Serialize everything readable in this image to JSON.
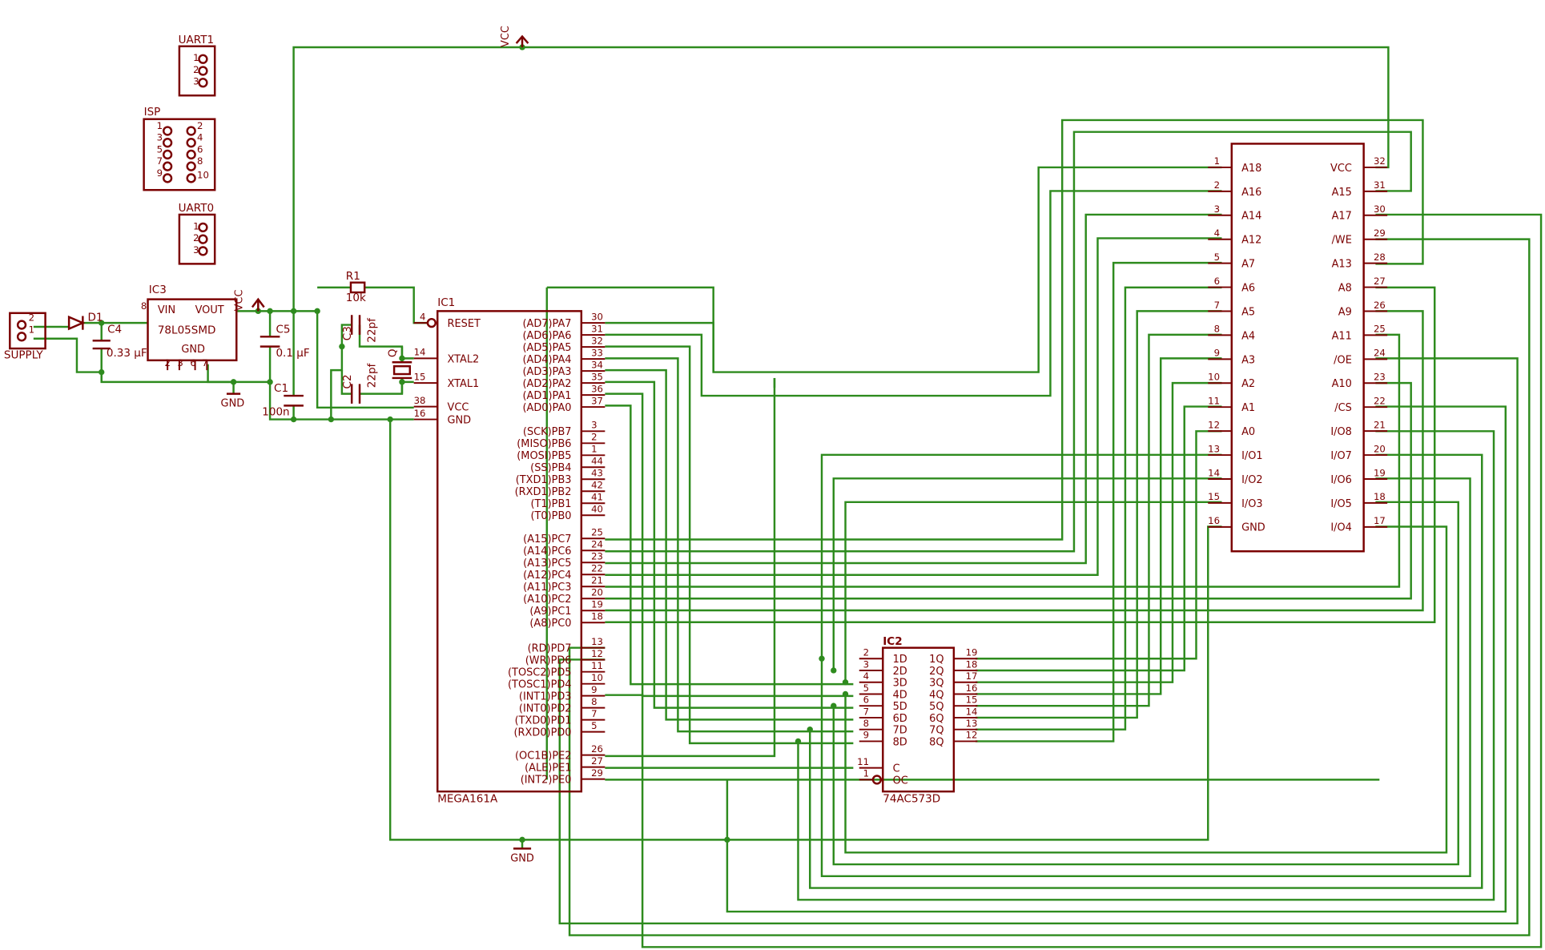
{
  "colors": {
    "component": "#7a0000",
    "wire": "#2e8b1e",
    "background": "#ffffff"
  },
  "parts": {
    "uart1": {
      "name": "UART1",
      "pins": [
        "1",
        "2",
        "3"
      ]
    },
    "isp": {
      "name": "ISP",
      "pins_left": [
        "1",
        "3",
        "5",
        "7",
        "9"
      ],
      "pins_right": [
        "2",
        "4",
        "6",
        "8",
        "10"
      ]
    },
    "uart0": {
      "name": "UART0",
      "pins": [
        "1",
        "2",
        "3"
      ]
    },
    "supply": {
      "name": "SUPPLY",
      "pins": [
        "2",
        "1"
      ]
    },
    "d1": {
      "name": "D1"
    },
    "c4": {
      "name": "C4",
      "value": "0.33 μF"
    },
    "ic3": {
      "name": "IC3",
      "value": "78L05SMD",
      "vin": "VIN",
      "vout": "VOUT",
      "gnd": "GND",
      "pin_vin": "8",
      "gnd_pins": [
        "2",
        "3",
        "6",
        "7"
      ]
    },
    "c5": {
      "name": "C5",
      "value": "0.1 μF"
    },
    "c1": {
      "name": "C1",
      "value": "100n"
    },
    "r1": {
      "name": "R1",
      "value": "10k"
    },
    "c3": {
      "name": "C3",
      "value": "22pf"
    },
    "c2": {
      "name": "C2",
      "value": "22pf"
    },
    "q": {
      "name": "Q"
    },
    "ic1": {
      "name": "IC1",
      "value": "MEGA161A",
      "left_pins": [
        {
          "num": "4",
          "label": "RESET"
        },
        {
          "num": "14",
          "label": "XTAL2"
        },
        {
          "num": "15",
          "label": "XTAL1"
        },
        {
          "num": "38",
          "label": "VCC"
        },
        {
          "num": "16",
          "label": "GND"
        }
      ],
      "right_pins": [
        {
          "label": "(AD7)PA7",
          "num": "30"
        },
        {
          "label": "(AD6)PA6",
          "num": "31"
        },
        {
          "label": "(AD5)PA5",
          "num": "32"
        },
        {
          "label": "(AD4)PA4",
          "num": "33"
        },
        {
          "label": "(AD3)PA3",
          "num": "34"
        },
        {
          "label": "(AD2)PA2",
          "num": "35"
        },
        {
          "label": "(AD1)PA1",
          "num": "36"
        },
        {
          "label": "(AD0)PA0",
          "num": "37"
        },
        {
          "label": "(SCK)PB7",
          "num": "3"
        },
        {
          "label": "(MISO)PB6",
          "num": "2"
        },
        {
          "label": "(MOSI)PB5",
          "num": "1"
        },
        {
          "label": "(SS)PB4",
          "num": "44"
        },
        {
          "label": "(TXD1)PB3",
          "num": "43"
        },
        {
          "label": "(RXD1)PB2",
          "num": "42"
        },
        {
          "label": "(T1)PB1",
          "num": "41"
        },
        {
          "label": "(T0)PB0",
          "num": "40"
        },
        {
          "label": "(A15)PC7",
          "num": "25"
        },
        {
          "label": "(A14)PC6",
          "num": "24"
        },
        {
          "label": "(A13)PC5",
          "num": "23"
        },
        {
          "label": "(A12)PC4",
          "num": "22"
        },
        {
          "label": "(A11)PC3",
          "num": "21"
        },
        {
          "label": "(A10)PC2",
          "num": "20"
        },
        {
          "label": "(A9)PC1",
          "num": "19"
        },
        {
          "label": "(A8)PC0",
          "num": "18"
        },
        {
          "label": "(RD)PD7",
          "num": "13"
        },
        {
          "label": "(WR)PD6",
          "num": "12"
        },
        {
          "label": "(TOSC2)PD5",
          "num": "11"
        },
        {
          "label": "(TOSC1)PD4",
          "num": "10"
        },
        {
          "label": "(INT1)PD3",
          "num": "9"
        },
        {
          "label": "(INT0)PD2",
          "num": "8"
        },
        {
          "label": "(TXD0)PD1",
          "num": "7"
        },
        {
          "label": "(RXD0)PD0",
          "num": "5"
        },
        {
          "label": "(OC1B)PE2",
          "num": "26"
        },
        {
          "label": "(ALE)PE1",
          "num": "27"
        },
        {
          "label": "(INT2)PE0",
          "num": "29"
        }
      ]
    },
    "ic2": {
      "name": "IC2",
      "value": "74AC573D",
      "left_pins": [
        {
          "num": "2",
          "label": "1D"
        },
        {
          "num": "3",
          "label": "2D"
        },
        {
          "num": "4",
          "label": "3D"
        },
        {
          "num": "5",
          "label": "4D"
        },
        {
          "num": "6",
          "label": "5D"
        },
        {
          "num": "7",
          "label": "6D"
        },
        {
          "num": "8",
          "label": "7D"
        },
        {
          "num": "9",
          "label": "8D"
        },
        {
          "num": "11",
          "label": "C"
        },
        {
          "num": "1",
          "label": "OC"
        }
      ],
      "right_pins": [
        {
          "label": "1Q",
          "num": "19"
        },
        {
          "label": "2Q",
          "num": "18"
        },
        {
          "label": "3Q",
          "num": "17"
        },
        {
          "label": "4Q",
          "num": "16"
        },
        {
          "label": "5Q",
          "num": "15"
        },
        {
          "label": "6Q",
          "num": "14"
        },
        {
          "label": "7Q",
          "num": "13"
        },
        {
          "label": "8Q",
          "num": "12"
        }
      ]
    },
    "sram": {
      "left_pins": [
        {
          "num": "1",
          "label": "A18"
        },
        {
          "num": "2",
          "label": "A16"
        },
        {
          "num": "3",
          "label": "A14"
        },
        {
          "num": "4",
          "label": "A12"
        },
        {
          "num": "5",
          "label": "A7"
        },
        {
          "num": "6",
          "label": "A6"
        },
        {
          "num": "7",
          "label": "A5"
        },
        {
          "num": "8",
          "label": "A4"
        },
        {
          "num": "9",
          "label": "A3"
        },
        {
          "num": "10",
          "label": "A2"
        },
        {
          "num": "11",
          "label": "A1"
        },
        {
          "num": "12",
          "label": "A0"
        },
        {
          "num": "13",
          "label": "I/O1"
        },
        {
          "num": "14",
          "label": "I/O2"
        },
        {
          "num": "15",
          "label": "I/O3"
        },
        {
          "num": "16",
          "label": "GND"
        }
      ],
      "right_pins": [
        {
          "label": "VCC",
          "num": "32"
        },
        {
          "label": "A15",
          "num": "31"
        },
        {
          "label": "A17",
          "num": "30"
        },
        {
          "label": "/WE",
          "num": "29"
        },
        {
          "label": "A13",
          "num": "28"
        },
        {
          "label": "A8",
          "num": "27"
        },
        {
          "label": "A9",
          "num": "26"
        },
        {
          "label": "A11",
          "num": "25"
        },
        {
          "label": "/OE",
          "num": "24"
        },
        {
          "label": "A10",
          "num": "23"
        },
        {
          "label": "/CS",
          "num": "22"
        },
        {
          "label": "I/O8",
          "num": "21"
        },
        {
          "label": "I/O7",
          "num": "20"
        },
        {
          "label": "I/O6",
          "num": "19"
        },
        {
          "label": "I/O5",
          "num": "18"
        },
        {
          "label": "I/O4",
          "num": "17"
        }
      ]
    }
  },
  "power": {
    "vcc_top": "VCC",
    "vcc_reg": "VCC",
    "gnd_reg": "GND",
    "gnd_bottom": "GND"
  }
}
